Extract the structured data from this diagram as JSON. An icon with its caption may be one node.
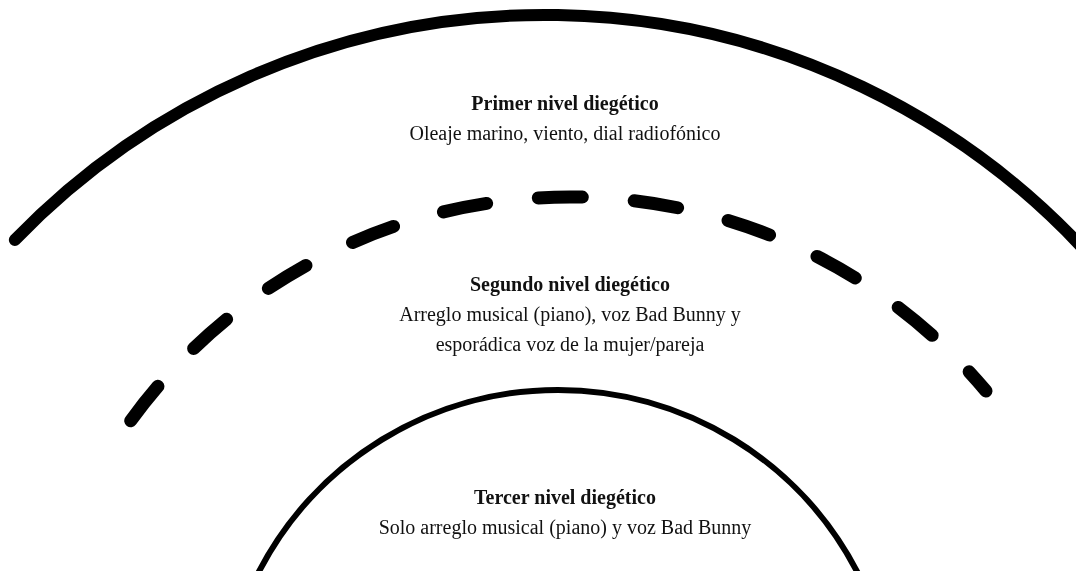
{
  "diagram": {
    "nodes": [
      {
        "text": [
          "Primer nivel diegético",
          "Oleaje marino, viento, dial radiofónico"
        ]
      },
      {
        "text": [
          "Segundo nivel diegético",
          "Arreglo musical (piano), voz Bad Bunny y esporádica voz de la mujer/pareja"
        ]
      },
      {
        "text": [
          "Tercer nivel diegético",
          "Solo arreglo musical (piano) y voz Bad Bunny"
        ]
      }
    ]
  }
}
